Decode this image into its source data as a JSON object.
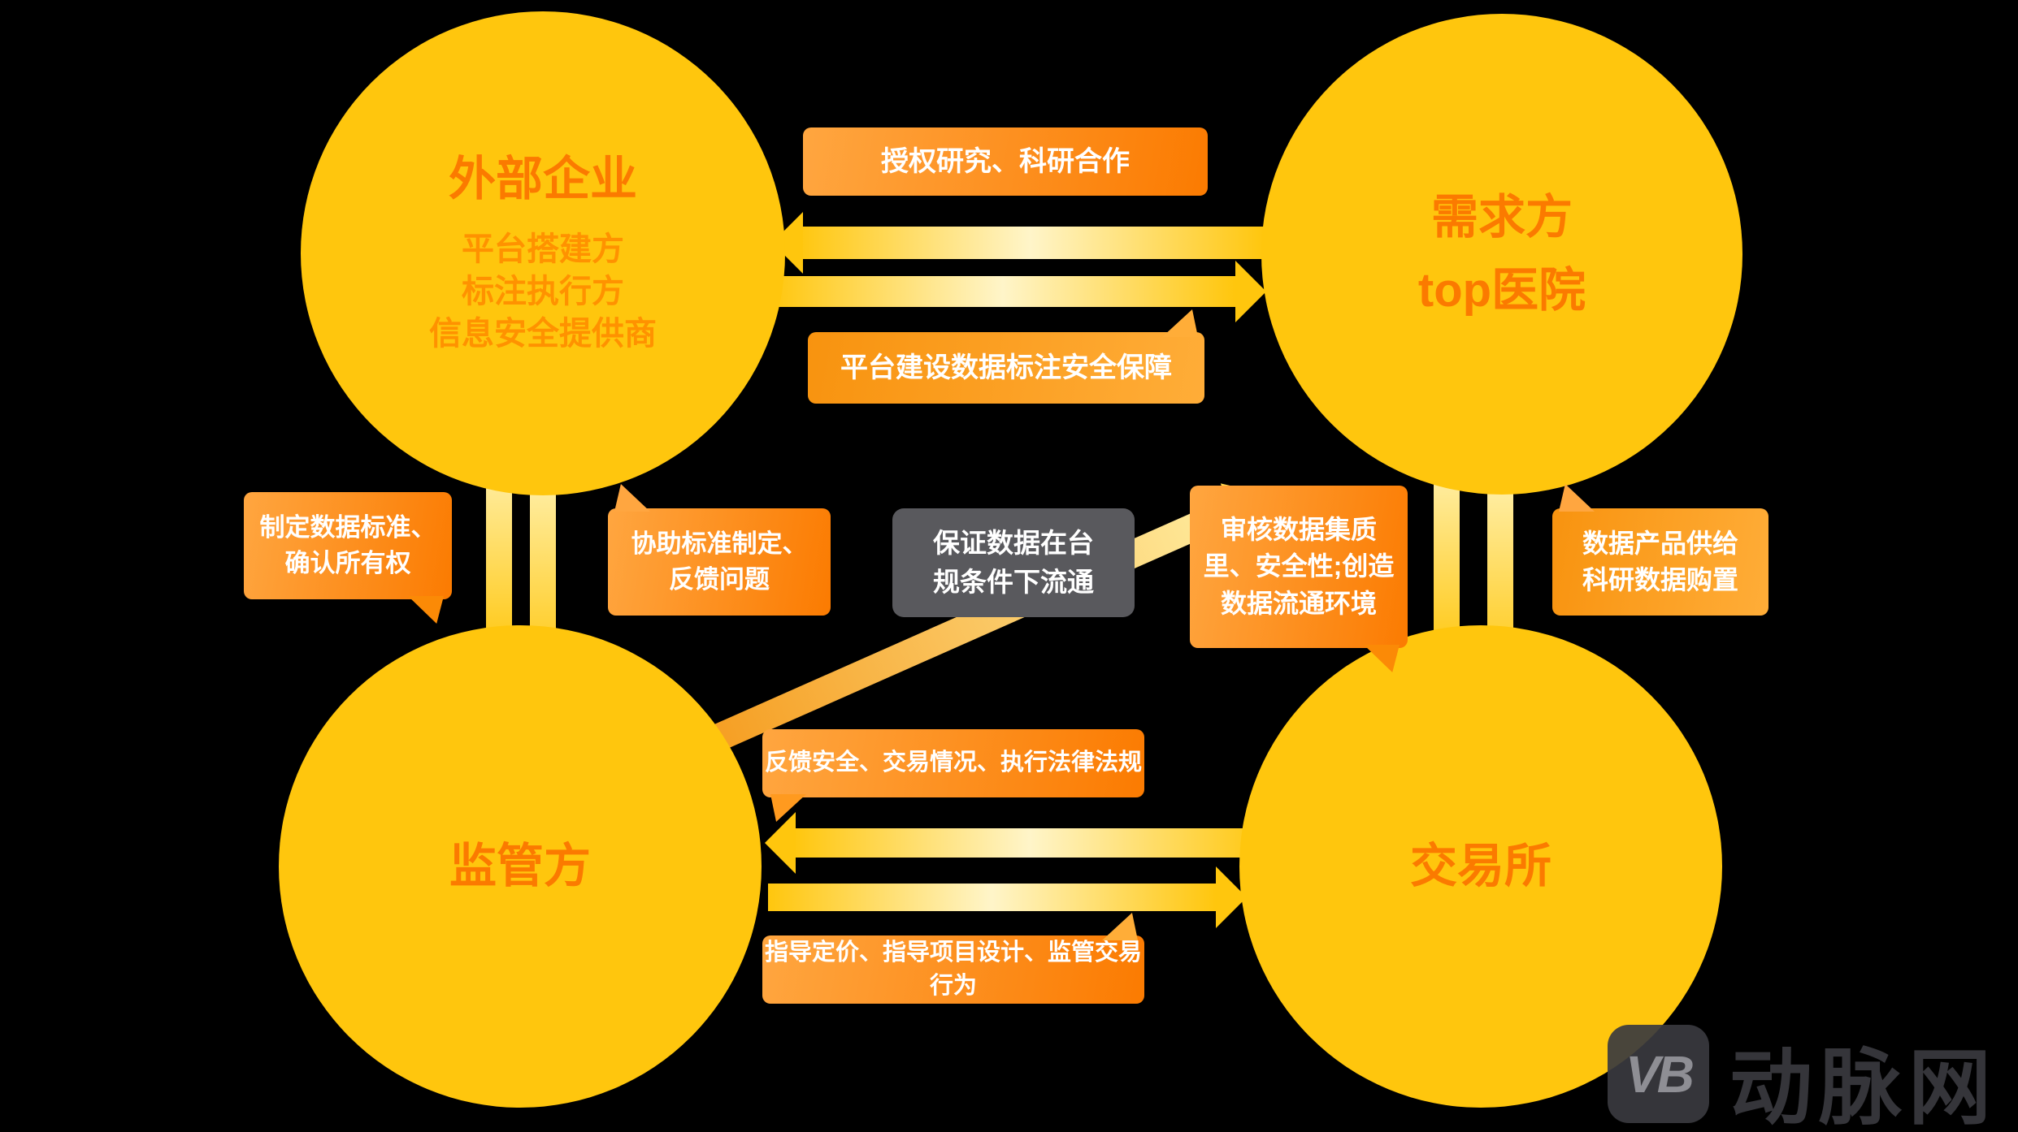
{
  "diagram": {
    "background": "#000000",
    "palette": {
      "circle_yellow": "#FFC60D",
      "title_orange": "#FB7A00",
      "subtitle_orange": "#FF9200",
      "bubble_gradient_start": "#FFA640",
      "bubble_gradient_end": "#FB7B01",
      "arrow_gold": "#FFC60D",
      "arrow_pale": "#FFF5C9",
      "dark_box_gray": "#59595D",
      "watermark_gray": "#35353A"
    },
    "nodes": {
      "external": {
        "title": "外部企业",
        "roles": [
          "平台搭建方",
          "标注执行方",
          "信息安全提供商"
        ]
      },
      "demand": {
        "title_line1": "需求方",
        "title_line2": "top医院"
      },
      "regulator": {
        "title": "监管方"
      },
      "exchange": {
        "title": "交易所"
      }
    },
    "bubbles": {
      "auth": "授权研究、科研合作",
      "platform": "平台建设数据标注安全保障",
      "standards": [
        "制定数据标准、",
        "确认所有权"
      ],
      "assist": [
        "协助标准制定、",
        "反馈问题"
      ],
      "review": [
        "审核数据集质",
        "里、安全性;创造",
        "数据流通环境"
      ],
      "supply": [
        "数据产品供给",
        "科研数据购置"
      ],
      "feedback": "反馈安全、交易情况、执行法律法规",
      "guide": "指导定价、指导项目设计、监管交易行为",
      "compliance": [
        "保证数据在台",
        "规条件下流通"
      ]
    },
    "watermark": {
      "logo": "VB",
      "brand": "动脉网"
    }
  }
}
